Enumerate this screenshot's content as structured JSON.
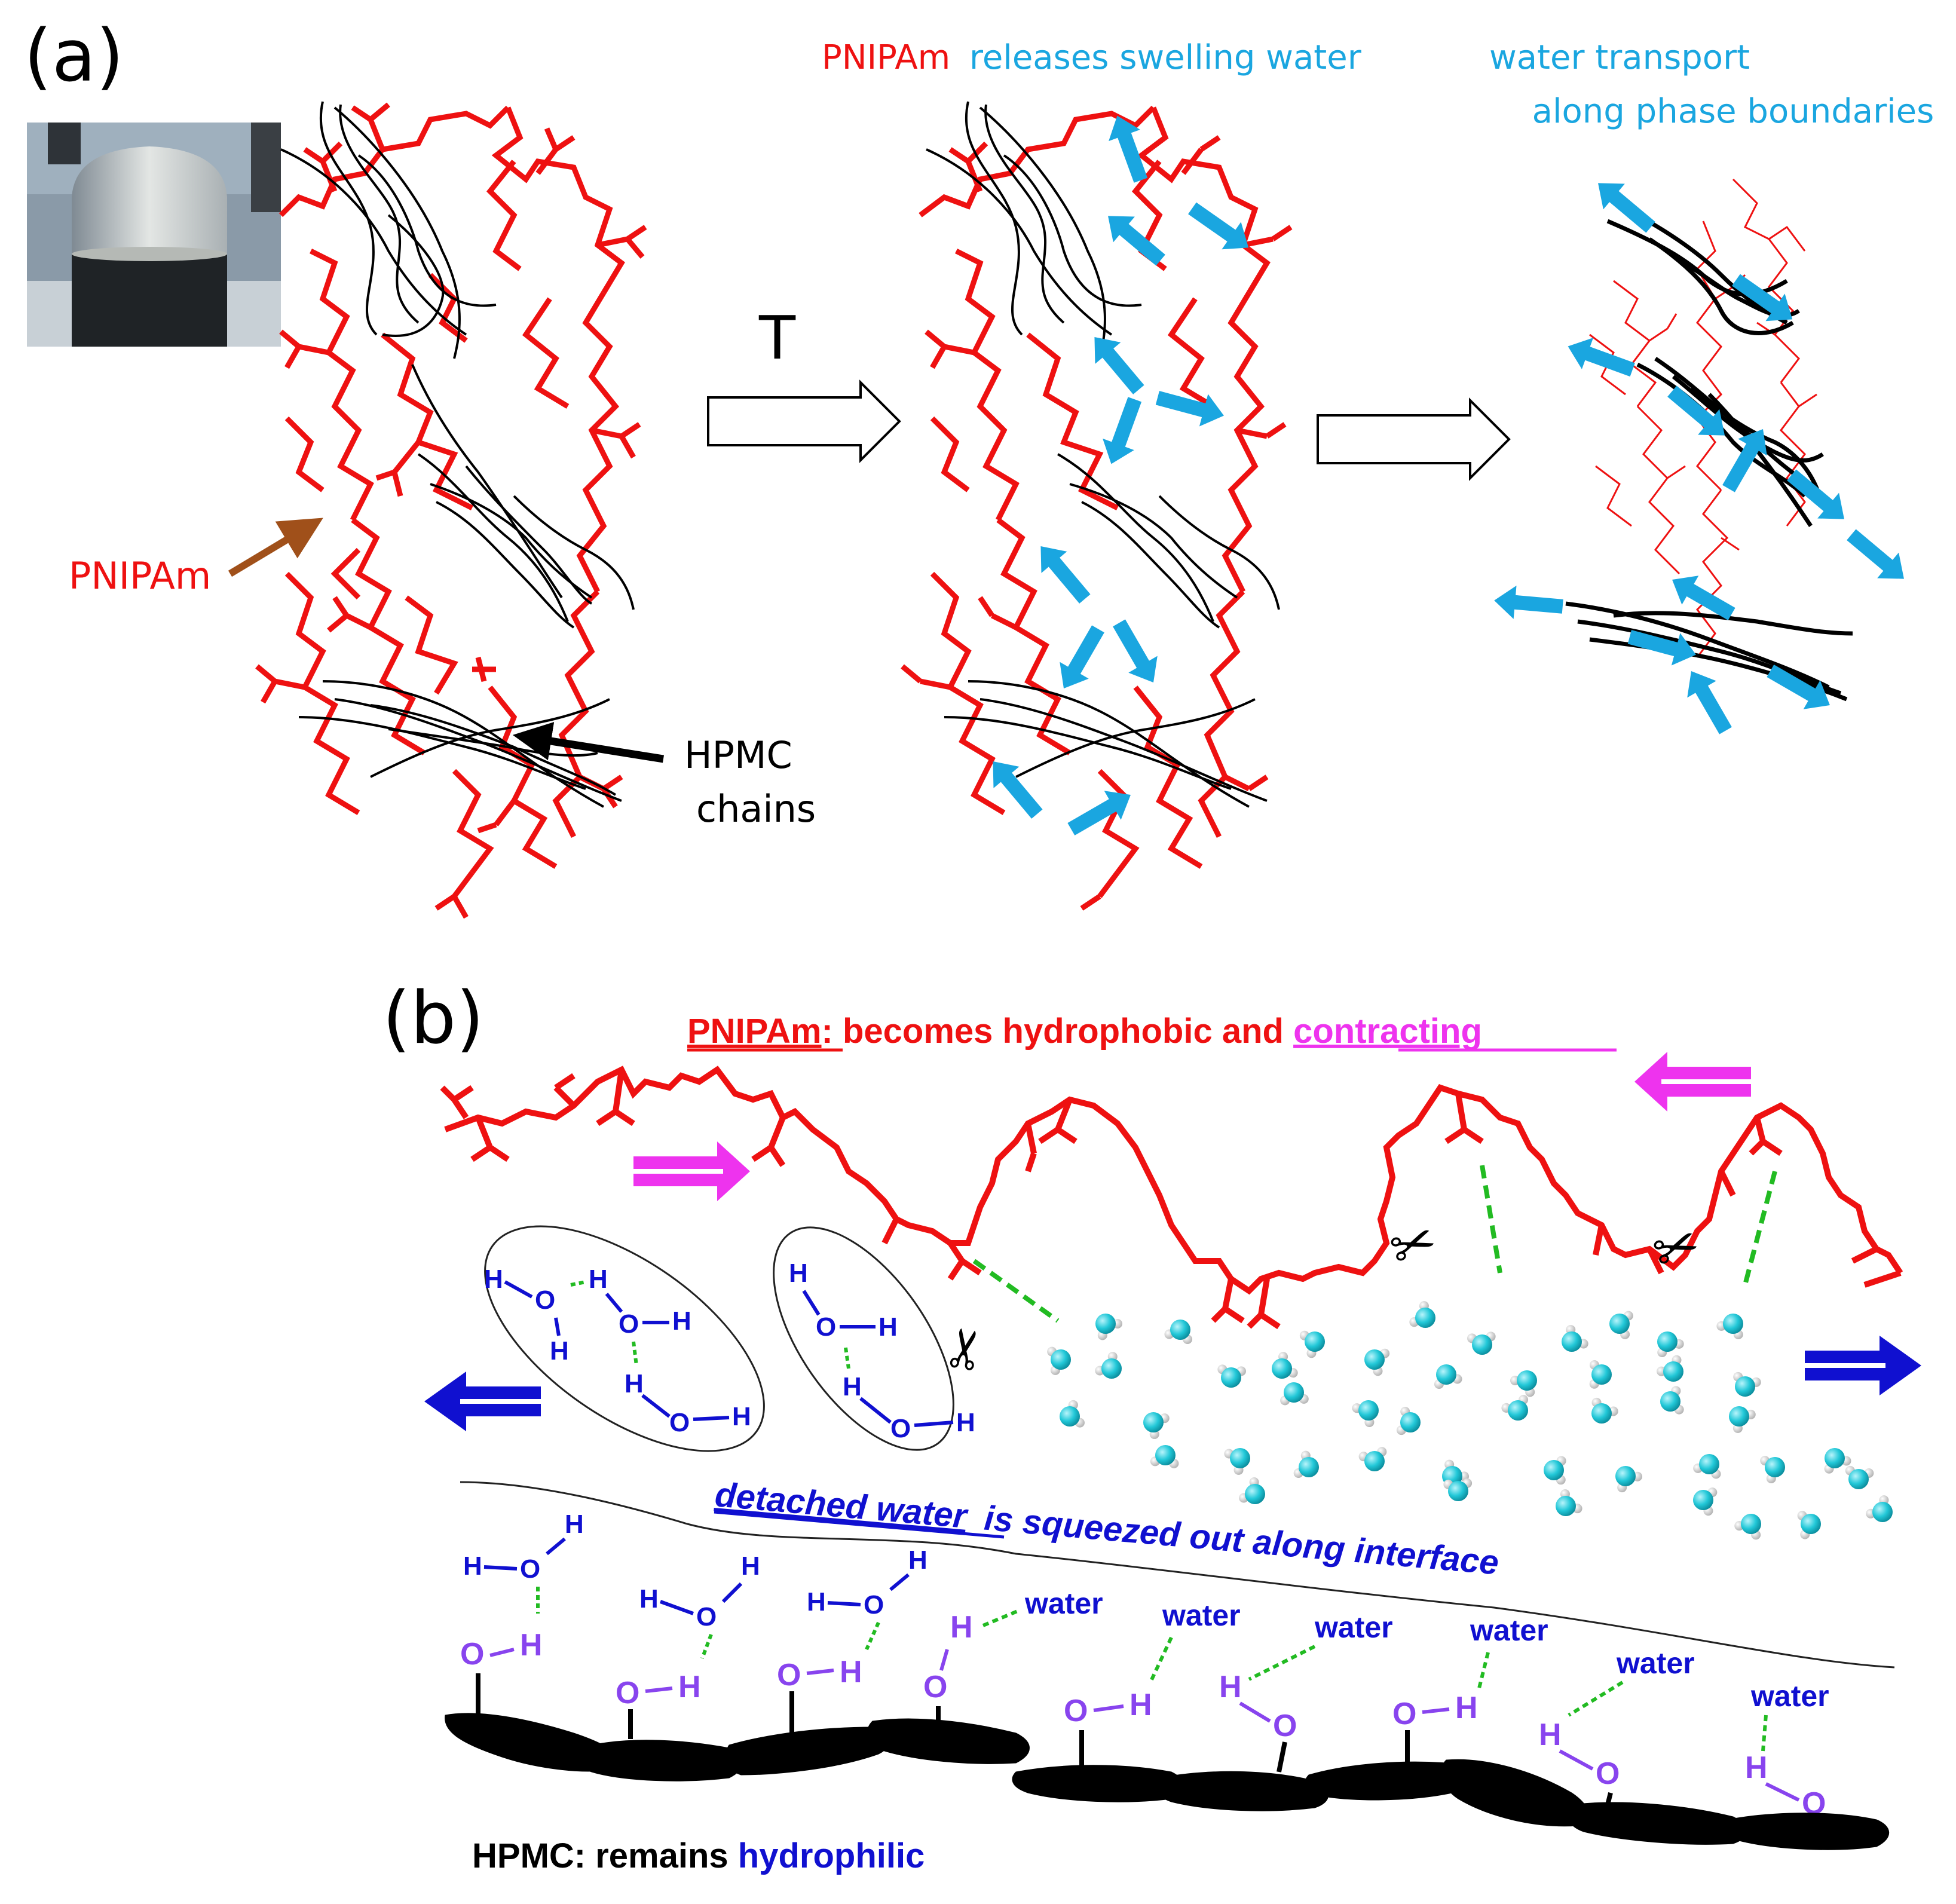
{
  "panel_a": {
    "label": "(a)",
    "title_part1": "PNIPAm",
    "title_part2": "releases swelling water",
    "right_title_line1": "water transport",
    "right_title_line2": "along phase boundaries",
    "temp_label": "T",
    "pnipam_label": "PNIPAm",
    "hpmc_label_line1": "HPMC",
    "hpmc_label_line2": "chains"
  },
  "panel_b": {
    "label": "(b)",
    "header_part1": "PNIPAm",
    "header_part2": ":  becomes hydrophobic and ",
    "header_part3": "contracting",
    "interface_part1": "detached water",
    "interface_part2": "is squeezed out along interface",
    "footer_part1": "HPMC:  remains ",
    "footer_part2": "hydrophilic",
    "water_word": "water",
    "atom_h": "H",
    "atom_o": "O"
  },
  "colors": {
    "pnipam_red": "#ee1111",
    "water_blue": "#1aa6e0",
    "hydrophilic_blue": "#1010d0",
    "magenta": "#ee33ee",
    "green": "#22bb22",
    "purple": "#8844ee",
    "cyan_molecule": "#22c8d8",
    "brown_arrow": "#a0501a"
  },
  "icons": [
    "photo-vial",
    "scissors-icon",
    "hollow-arrow",
    "double-arrow"
  ]
}
